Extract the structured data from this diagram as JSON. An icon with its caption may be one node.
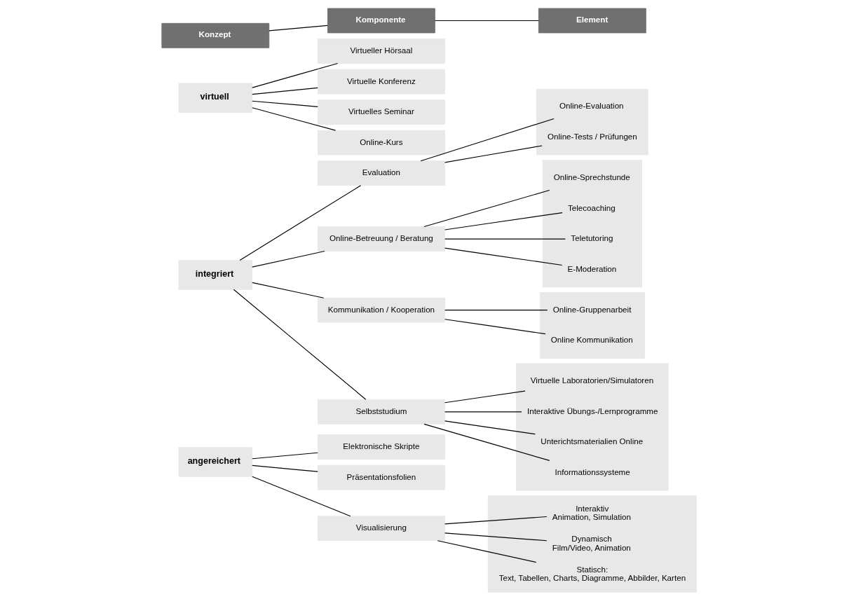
{
  "diagram": {
    "nodes": [
      {
        "text": [
          "Konzept"
        ]
      },
      {
        "text": [
          "Komponente"
        ]
      },
      {
        "text": [
          "Element"
        ]
      },
      {
        "text": [
          "virtuell"
        ]
      },
      {
        "text": [
          "Virtueller Hörsaal"
        ]
      },
      {
        "text": [
          "Virtuelle Konferenz"
        ]
      },
      {
        "text": [
          "Virtuelles Seminar"
        ]
      },
      {
        "text": [
          "Online-Kurs"
        ]
      },
      {
        "text": [
          "integriert"
        ]
      },
      {
        "text": [
          "Evaluation"
        ]
      },
      {
        "text": [
          "Online-Betreuung / Beratung"
        ]
      },
      {
        "text": [
          "Kommunikation / Kooperation"
        ]
      },
      {
        "text": [
          "Selbststudium"
        ]
      },
      {
        "text": [
          "angereichert"
        ]
      },
      {
        "text": [
          "Elektronische Skripte"
        ]
      },
      {
        "text": [
          "Präsentationsfolien"
        ]
      },
      {
        "text": [
          "Visualisierung"
        ]
      },
      {
        "text": [],
        "shape": "box"
      },
      {
        "text": [
          "Online-Evaluation"
        ],
        "in": 17
      },
      {
        "text": [
          "Online-Tests / Prüfungen"
        ],
        "in": 17
      },
      {
        "text": [],
        "shape": "box"
      },
      {
        "text": [
          "Online-Sprechstunde"
        ],
        "in": 20
      },
      {
        "text": [
          "Telecoaching"
        ],
        "in": 20
      },
      {
        "text": [
          "Teletutoring"
        ],
        "in": 20
      },
      {
        "text": [
          "E-Moderation"
        ],
        "in": 20
      },
      {
        "text": [],
        "shape": "box"
      },
      {
        "text": [
          "Online-Gruppenarbeit"
        ],
        "in": 25
      },
      {
        "text": [
          "Online Kommunikation"
        ],
        "in": 25
      },
      {
        "text": [],
        "shape": "box"
      },
      {
        "text": [
          "Virtuelle Laboratorien/Simulatoren"
        ],
        "in": 28
      },
      {
        "text": [
          "Interaktive Übungs-/Lernprogramme"
        ],
        "in": 28
      },
      {
        "text": [
          "Unterichtsmaterialien Online"
        ],
        "in": 28
      },
      {
        "text": [
          "Informationssysteme"
        ],
        "in": 28
      },
      {
        "text": [],
        "shape": "box"
      },
      {
        "text": [
          "Interaktiv",
          "Animation, Simulation"
        ],
        "in": 33
      },
      {
        "text": [
          "Dynamisch",
          "Film/Video, Animation"
        ],
        "in": 33
      },
      {
        "text": [
          "Statisch:",
          "Text, Tabellen, Charts, Diagramme, Abbilder, Karten"
        ],
        "in": 33
      }
    ],
    "edges": [
      {
        "from": 0,
        "to": 1,
        "arrow": "none"
      },
      {
        "from": 1,
        "to": 2,
        "arrow": "none"
      },
      {
        "from": 3,
        "to": 4,
        "arrow": "none"
      },
      {
        "from": 3,
        "to": 5,
        "arrow": "none"
      },
      {
        "from": 3,
        "to": 6,
        "arrow": "none"
      },
      {
        "from": 3,
        "to": 7,
        "arrow": "none"
      },
      {
        "from": 8,
        "to": 9,
        "arrow": "none"
      },
      {
        "from": 8,
        "to": 10,
        "arrow": "none"
      },
      {
        "from": 8,
        "to": 11,
        "arrow": "none"
      },
      {
        "from": 8,
        "to": 12,
        "arrow": "none"
      },
      {
        "from": 13,
        "to": 14,
        "arrow": "none"
      },
      {
        "from": 13,
        "to": 15,
        "arrow": "none"
      },
      {
        "from": 13,
        "to": 16,
        "arrow": "none"
      },
      {
        "from": 9,
        "to": 18,
        "arrow": "none"
      },
      {
        "from": 9,
        "to": 19,
        "arrow": "none"
      },
      {
        "from": 10,
        "to": 21,
        "arrow": "none"
      },
      {
        "from": 10,
        "to": 22,
        "arrow": "none"
      },
      {
        "from": 10,
        "to": 23,
        "arrow": "none"
      },
      {
        "from": 10,
        "to": 24,
        "arrow": "none"
      },
      {
        "from": 11,
        "to": 26,
        "arrow": "none"
      },
      {
        "from": 11,
        "to": 27,
        "arrow": "none"
      },
      {
        "from": 12,
        "to": 29,
        "arrow": "none"
      },
      {
        "from": 12,
        "to": 30,
        "arrow": "none"
      },
      {
        "from": 12,
        "to": 31,
        "arrow": "none"
      },
      {
        "from": 12,
        "to": 32,
        "arrow": "none"
      },
      {
        "from": 16,
        "to": 34,
        "arrow": "none"
      },
      {
        "from": 16,
        "to": 35,
        "arrow": "none"
      },
      {
        "from": 16,
        "to": 36,
        "arrow": "none"
      }
    ]
  }
}
